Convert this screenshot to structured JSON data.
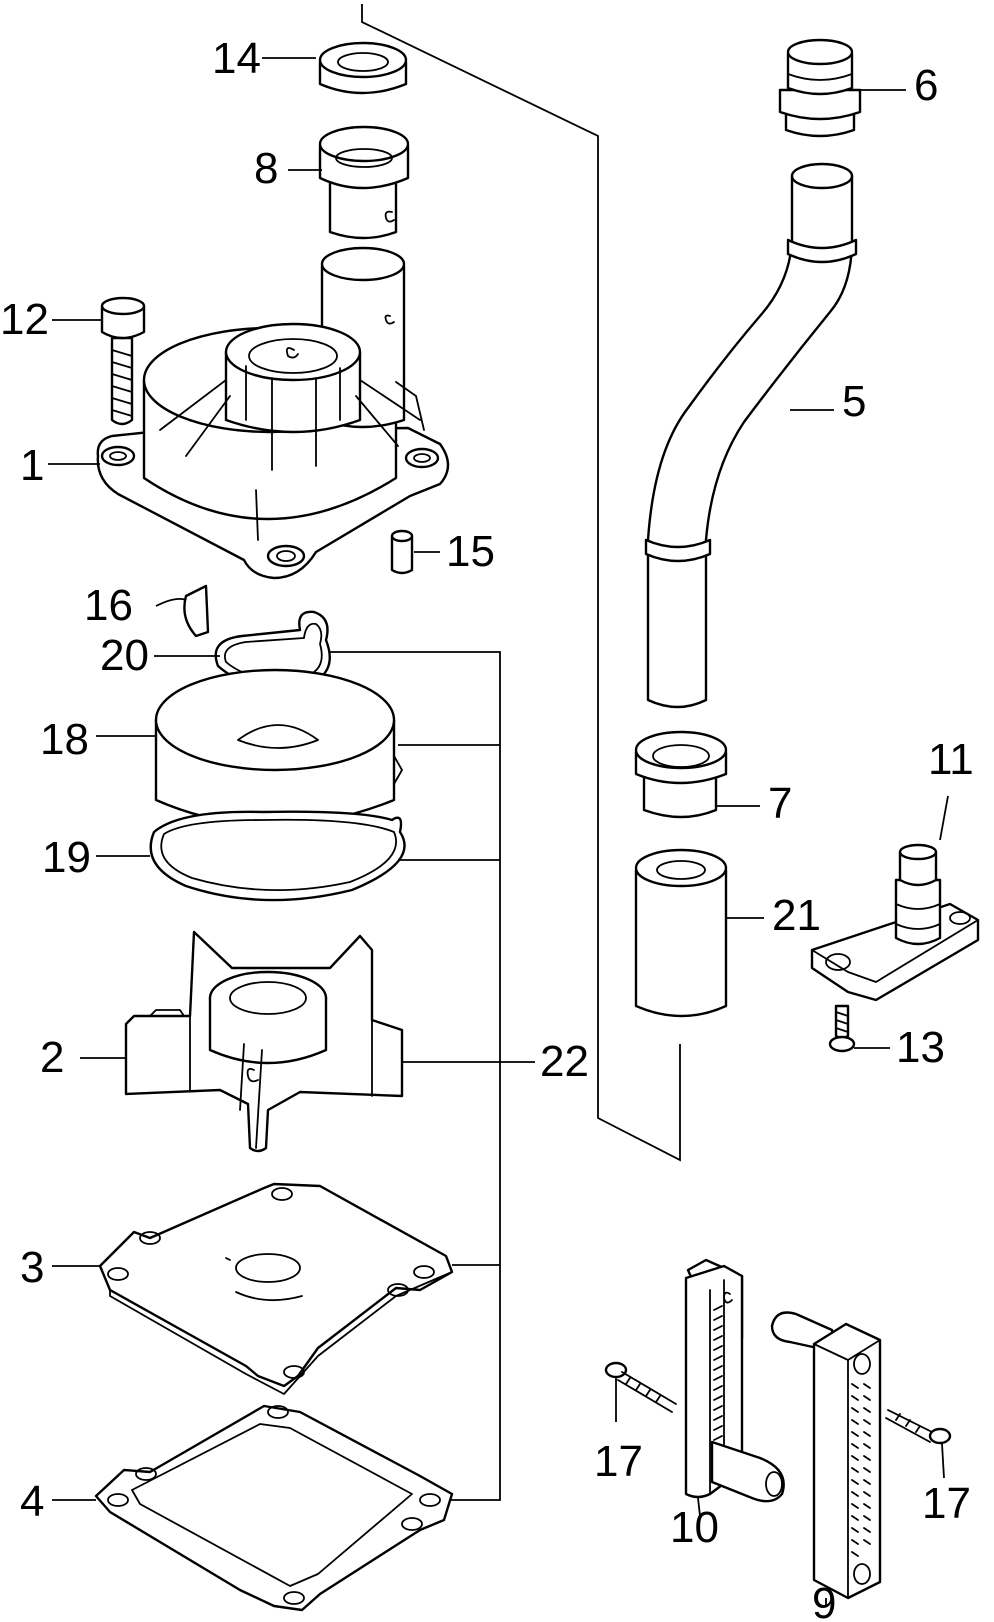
{
  "callouts": {
    "c1": "1",
    "c2": "2",
    "c3": "3",
    "c4": "4",
    "c5": "5",
    "c6": "6",
    "c7": "7",
    "c8": "8",
    "c9": "9",
    "c10": "10",
    "c11": "11",
    "c12": "12",
    "c13": "13",
    "c14": "14",
    "c15": "15",
    "c16": "16",
    "c17a": "17",
    "c17b": "17",
    "c18": "18",
    "c19": "19",
    "c20": "20",
    "c21": "21",
    "c22": "22"
  }
}
